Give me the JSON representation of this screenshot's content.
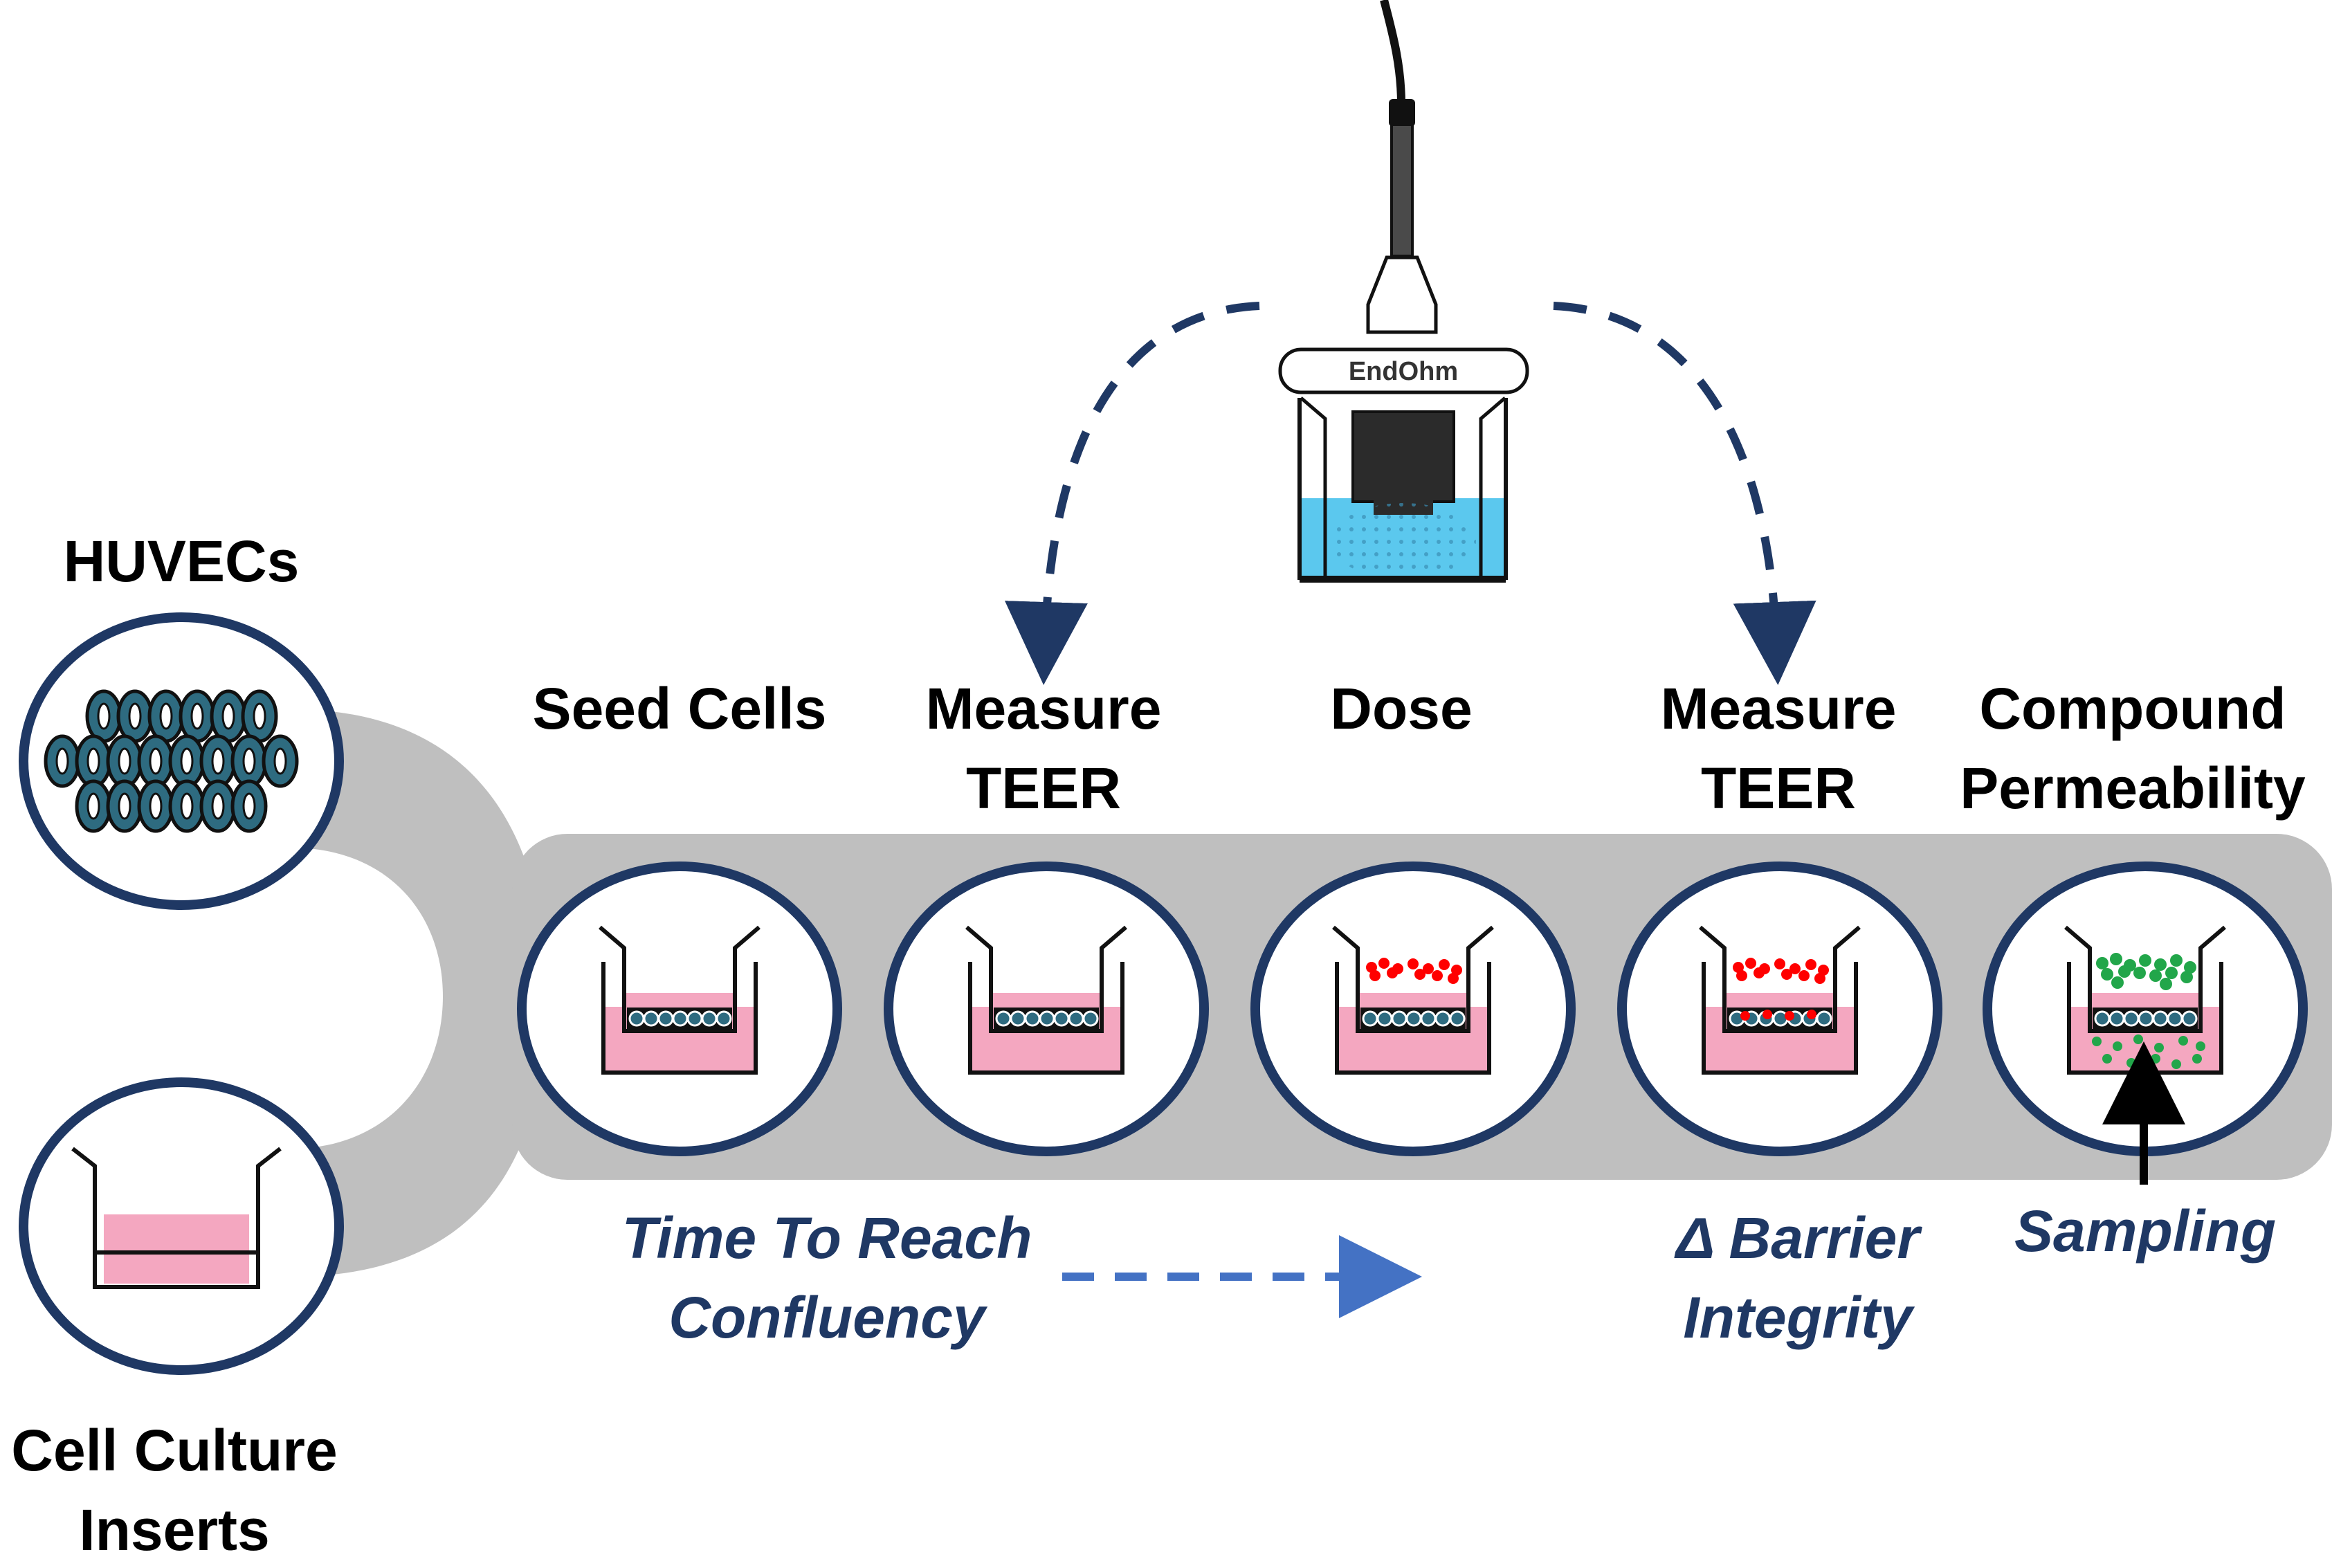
{
  "labels": {
    "huvecs": "HUVECs",
    "inserts_line1": "Cell Culture",
    "inserts_line2": "Inserts",
    "device": "EndOhm"
  },
  "steps": [
    {
      "id": "seed",
      "line1": "Seed Cells",
      "line2": ""
    },
    {
      "id": "measure1",
      "line1": "Measure",
      "line2": "TEER"
    },
    {
      "id": "dose",
      "line1": "Dose",
      "line2": ""
    },
    {
      "id": "measure2",
      "line1": "Measure",
      "line2": "TEER"
    },
    {
      "id": "permeability",
      "line1": "Compound",
      "line2": "Permeability"
    }
  ],
  "notes": {
    "confluency_line1": "Time To Reach",
    "confluency_line2": "Confluency",
    "barrier_line1": "Δ Barrier",
    "barrier_line2": "Integrity",
    "sampling": "Sampling"
  },
  "colors": {
    "circle_stroke": "#1f3864",
    "track": "#bfbfbf",
    "medium": "#f4a7c0",
    "cell_fill": "#2e6b80",
    "dose_dot": "#ff0000",
    "compound_dot": "#22a64a",
    "buffer": "#5bc8ee",
    "arrow_dash": "#1f3864",
    "arrow_dash_light": "#4472c4"
  }
}
